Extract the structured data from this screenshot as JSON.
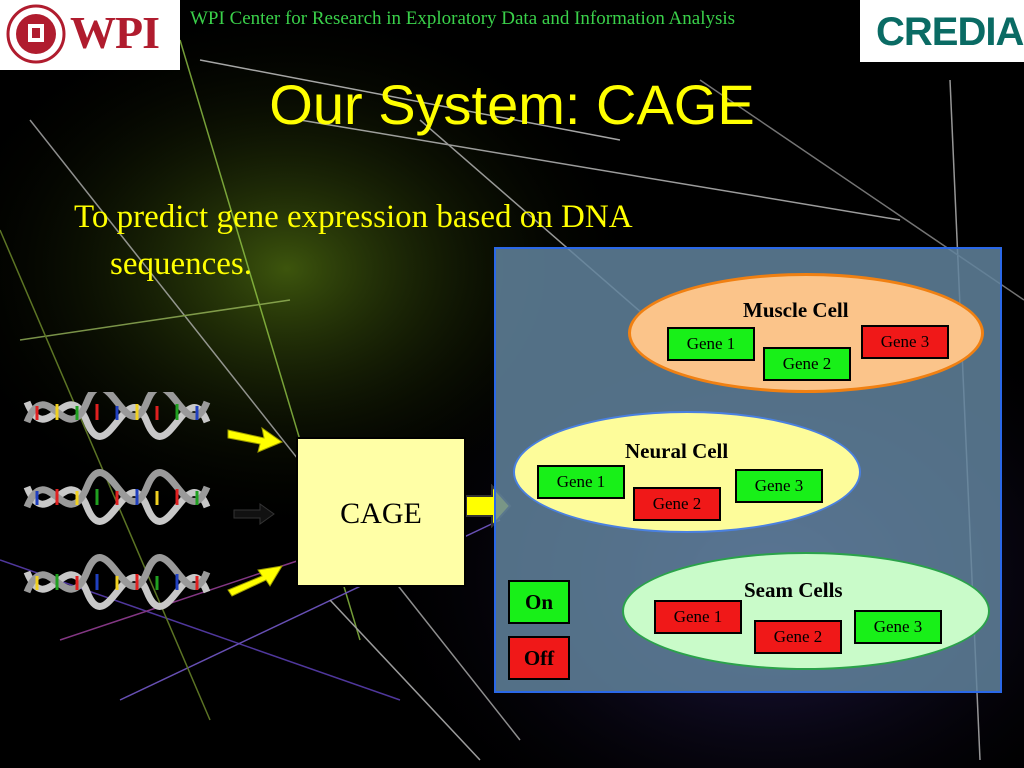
{
  "header": {
    "org_text": "WPI Center for Research in Exploratory Data and Information Analysis",
    "wpi_logo": "WPI",
    "credia_logo": "CREDIA"
  },
  "slide": {
    "title": "Our System: CAGE",
    "bullet_line1": "To predict gene expression based on DNA",
    "bullet_line2": "sequences."
  },
  "cage": {
    "label": "CAGE"
  },
  "cells": {
    "muscle": {
      "name": "Muscle Cell",
      "genes": [
        {
          "label": "Gene 1",
          "state": "On"
        },
        {
          "label": "Gene 2",
          "state": "On"
        },
        {
          "label": "Gene 3",
          "state": "Off"
        }
      ]
    },
    "neural": {
      "name": "Neural Cell",
      "genes": [
        {
          "label": "Gene 1",
          "state": "On"
        },
        {
          "label": "Gene 2",
          "state": "Off"
        },
        {
          "label": "Gene 3",
          "state": "On"
        }
      ]
    },
    "seam": {
      "name": "Seam Cells",
      "genes": [
        {
          "label": "Gene 1",
          "state": "Off"
        },
        {
          "label": "Gene 2",
          "state": "Off"
        },
        {
          "label": "Gene 3",
          "state": "On"
        }
      ]
    }
  },
  "legend": {
    "on_label": "On",
    "off_label": "Off"
  },
  "colors": {
    "on": "#18f018",
    "off": "#f01818",
    "title": "#ffff00",
    "header_text": "#3ad14a"
  },
  "icons": [
    "dna-double-helix-icon",
    "arrow-right-icon",
    "wpi-seal-icon"
  ]
}
